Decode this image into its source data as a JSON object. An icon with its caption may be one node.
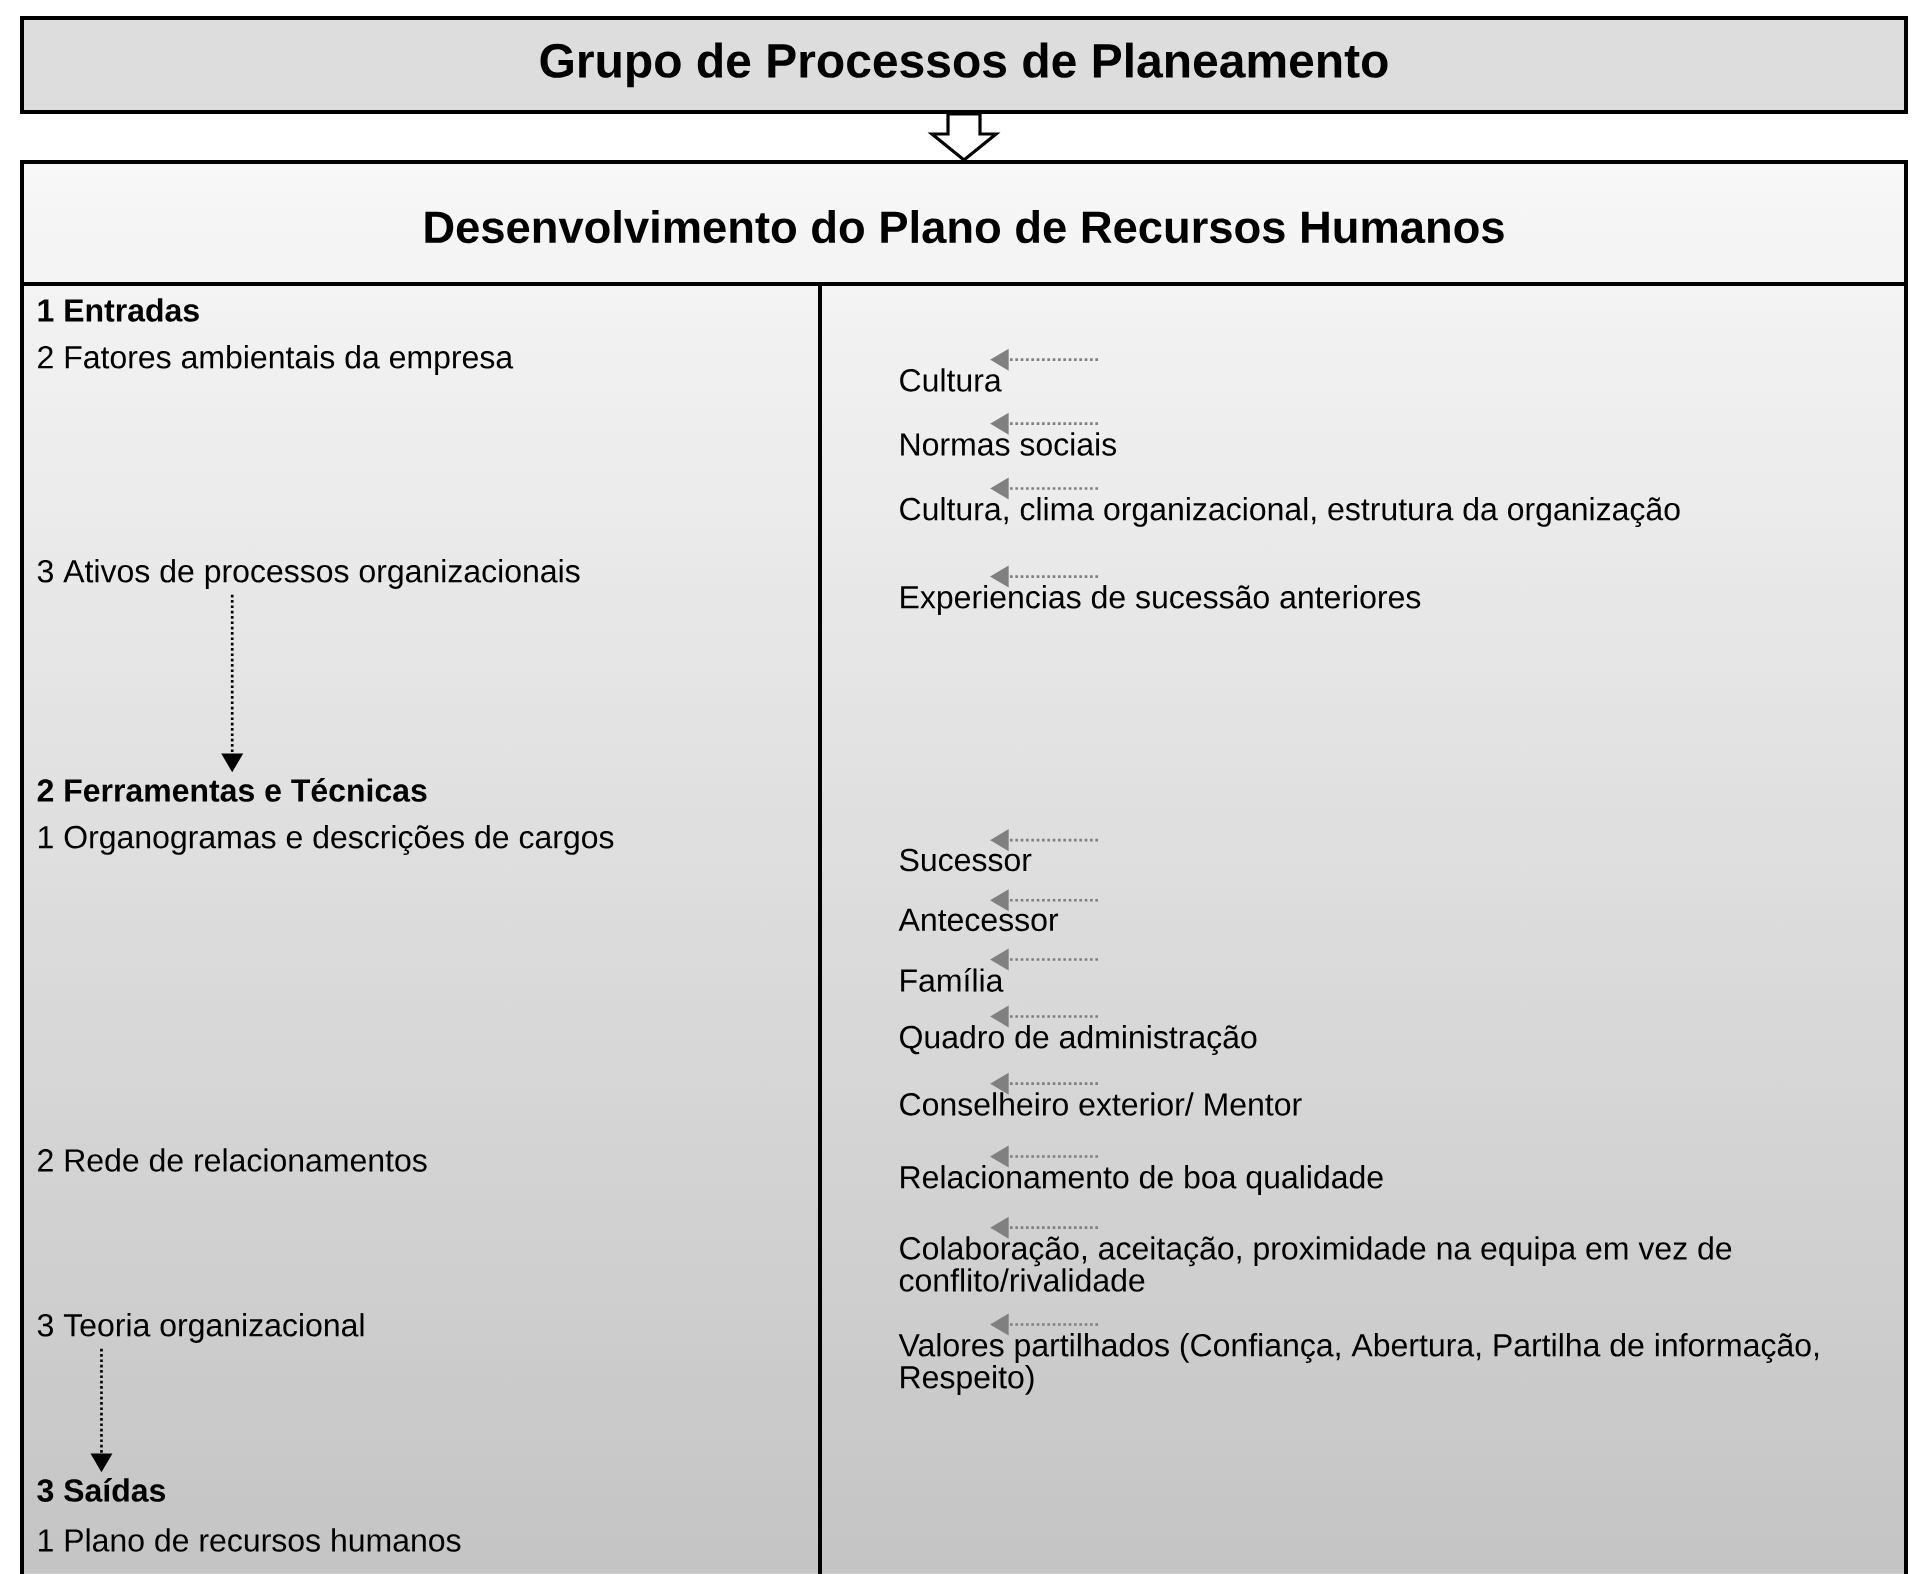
{
  "diagram": {
    "nodes": [
      {
        "text": [
          "Grupo de Processos de Planeamento"
        ]
      },
      {
        "text": [
          "Desenvolvimento do Plano de Recursos Humanos"
        ]
      },
      {
        "text": [
          "1 Entradas"
        ],
        "in": 1
      },
      {
        "text": [
          "2 Fatores ambientais da empresa"
        ],
        "in": 1
      },
      {
        "text": [
          "3 Ativos de processos organizacionais"
        ],
        "in": 1
      },
      {
        "text": [
          "2 Ferramentas e Técnicas"
        ],
        "in": 1
      },
      {
        "text": [
          "1 Organogramas e descrições de cargos"
        ],
        "in": 1
      },
      {
        "text": [
          "2 Rede de relacionamentos"
        ],
        "in": 1
      },
      {
        "text": [
          "3 Teoria organizacional"
        ],
        "in": 1
      },
      {
        "text": [
          "3 Saídas"
        ],
        "in": 1
      },
      {
        "text": [
          "1 Plano de recursos humanos"
        ],
        "in": 1
      },
      {
        "text": [
          "Cultura"
        ],
        "in": 1
      },
      {
        "text": [
          "Normas sociais"
        ],
        "in": 1
      },
      {
        "text": [
          "Cultura, clima organizacional, estrutura da organização"
        ],
        "in": 1
      },
      {
        "text": [
          "Experiencias de sucessão anteriores"
        ],
        "in": 1
      },
      {
        "text": [
          "Sucessor"
        ],
        "in": 1
      },
      {
        "text": [
          "Antecessor"
        ],
        "in": 1
      },
      {
        "text": [
          "Família"
        ],
        "in": 1
      },
      {
        "text": [
          "Quadro de administração"
        ],
        "in": 1
      },
      {
        "text": [
          "Conselheiro exterior/ Mentor"
        ],
        "in": 1
      },
      {
        "text": [
          "Relacionamento de boa qualidade"
        ],
        "in": 1
      },
      {
        "text": [
          "Colaboração, aceitação, proximidade na equipa em vez de conflito/rivalidade"
        ],
        "in": 1
      },
      {
        "text": [
          "Valores partilhados (Confiança, Abertura, Partilha de informação, Respeito)"
        ],
        "in": 1
      }
    ],
    "edges": [
      {
        "from": 0,
        "to": 1,
        "arrow": "to",
        "color": "#000000"
      },
      {
        "from": 4,
        "to": 5,
        "arrow": "to",
        "style": "dashed",
        "color": "#000000"
      },
      {
        "from": 8,
        "to": 9,
        "arrow": "to",
        "style": "dashed",
        "color": "#000000"
      },
      {
        "from": null,
        "to": 11,
        "arrow": "to",
        "style": "dashed",
        "color": "#808080"
      },
      {
        "from": null,
        "to": 12,
        "arrow": "to",
        "style": "dashed",
        "color": "#808080"
      },
      {
        "from": null,
        "to": 13,
        "arrow": "to",
        "style": "dashed",
        "color": "#808080"
      },
      {
        "from": null,
        "to": 14,
        "arrow": "to",
        "style": "dashed",
        "color": "#808080"
      },
      {
        "from": null,
        "to": 15,
        "arrow": "to",
        "style": "dashed",
        "color": "#808080"
      },
      {
        "from": null,
        "to": 16,
        "arrow": "to",
        "style": "dashed",
        "color": "#808080"
      },
      {
        "from": null,
        "to": 17,
        "arrow": "to",
        "style": "dashed",
        "color": "#808080"
      },
      {
        "from": null,
        "to": 18,
        "arrow": "to",
        "style": "dashed",
        "color": "#808080"
      },
      {
        "from": null,
        "to": 19,
        "arrow": "to",
        "style": "dashed",
        "color": "#808080"
      },
      {
        "from": null,
        "to": 20,
        "arrow": "to",
        "style": "dashed",
        "color": "#808080"
      },
      {
        "from": null,
        "to": 21,
        "arrow": "to",
        "style": "dashed",
        "color": "#808080"
      },
      {
        "from": null,
        "to": 22,
        "arrow": "to",
        "style": "dashed",
        "color": "#808080"
      }
    ]
  }
}
